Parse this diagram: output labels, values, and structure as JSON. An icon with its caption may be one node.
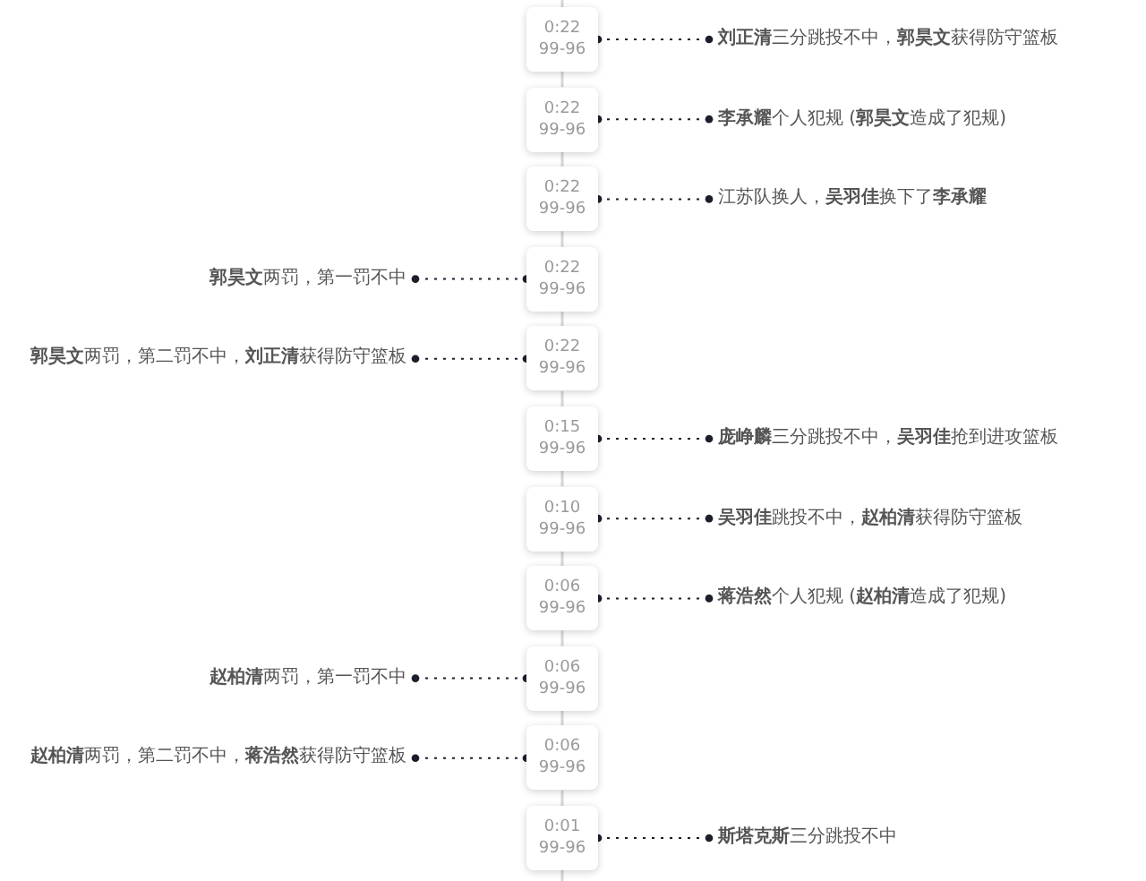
{
  "diagram": {
    "nodes": [
      {
        "text": [
          "0:22",
          "99-96"
        ]
      },
      {
        "text": [
          "**刘正清**三分跳投不中，**郭昊文**获得防守篮板"
        ]
      },
      {
        "text": [
          "0:22",
          "99-96"
        ]
      },
      {
        "text": [
          "**李承耀**个人犯规 (**郭昊文**造成了犯规)"
        ]
      },
      {
        "text": [
          "0:22",
          "99-96"
        ]
      },
      {
        "text": [
          "江苏队换人，**吴羽佳**换下了**李承耀**"
        ]
      },
      {
        "text": [
          "**郭昊文**两罚，第一罚不中"
        ]
      },
      {
        "text": [
          "0:22",
          "99-96"
        ]
      },
      {
        "text": [
          "**郭昊文**两罚，第二罚不中，**刘正清**获得防守篮板"
        ]
      },
      {
        "text": [
          "0:22",
          "99-96"
        ]
      },
      {
        "text": [
          "0:15",
          "99-96"
        ]
      },
      {
        "text": [
          "**庞峥麟**三分跳投不中，**吴羽佳**抢到进攻篮板"
        ]
      },
      {
        "text": [
          "0:10",
          "99-96"
        ]
      },
      {
        "text": [
          "**吴羽佳**跳投不中，**赵柏清**获得防守篮板"
        ]
      },
      {
        "text": [
          "0:06",
          "99-96"
        ]
      },
      {
        "text": [
          "**蒋浩然**个人犯规 (**赵柏清**造成了犯规)"
        ]
      },
      {
        "text": [
          "**赵柏清**两罚，第一罚不中"
        ]
      },
      {
        "text": [
          "0:06",
          "99-96"
        ]
      },
      {
        "text": [
          "**赵柏清**两罚，第二罚不中，**蒋浩然**获得防守篮板"
        ]
      },
      {
        "text": [
          "0:06",
          "99-96"
        ]
      },
      {
        "text": [
          "0:01",
          "99-96"
        ]
      },
      {
        "text": [
          "**斯塔克斯**三分跳投不中"
        ]
      }
    ],
    "edges": [
      {
        "from": 0,
        "to": 1,
        "arrow": "other",
        "style": "dashed",
        "color": "#1a1f2b"
      },
      {
        "from": 2,
        "to": 3,
        "arrow": "other",
        "style": "dashed",
        "color": "#1a1f2b"
      },
      {
        "from": 4,
        "to": 5,
        "arrow": "other",
        "style": "dashed",
        "color": "#1a1f2b"
      },
      {
        "from": 7,
        "to": 6,
        "arrow": "other",
        "style": "dashed",
        "color": "#1a1f2b"
      },
      {
        "from": 9,
        "to": 8,
        "arrow": "other",
        "style": "dashed",
        "color": "#1a1f2b"
      },
      {
        "from": 10,
        "to": 11,
        "arrow": "other",
        "style": "dashed",
        "color": "#1a1f2b"
      },
      {
        "from": 12,
        "to": 13,
        "arrow": "other",
        "style": "dashed",
        "color": "#1a1f2b"
      },
      {
        "from": 14,
        "to": 15,
        "arrow": "other",
        "style": "dashed",
        "color": "#1a1f2b"
      },
      {
        "from": 17,
        "to": 16,
        "arrow": "other",
        "style": "dashed",
        "color": "#1a1f2b"
      },
      {
        "from": 19,
        "to": 18,
        "arrow": "other",
        "style": "dashed",
        "color": "#1a1f2b"
      },
      {
        "from": 20,
        "to": 21,
        "arrow": "other",
        "style": "dashed",
        "color": "#1a1f2b"
      },
      {
        "from": null,
        "to": 0,
        "arrow": "none",
        "color": "#d6d6d6"
      },
      {
        "from": 0,
        "to": 2,
        "arrow": "none",
        "color": "#d6d6d6"
      },
      {
        "from": 2,
        "to": 4,
        "arrow": "none",
        "color": "#d6d6d6"
      },
      {
        "from": 4,
        "to": 7,
        "arrow": "none",
        "color": "#d6d6d6"
      },
      {
        "from": 7,
        "to": 9,
        "arrow": "none",
        "color": "#d6d6d6"
      },
      {
        "from": 9,
        "to": 10,
        "arrow": "none",
        "color": "#d6d6d6"
      },
      {
        "from": 10,
        "to": 12,
        "arrow": "none",
        "color": "#d6d6d6"
      },
      {
        "from": 12,
        "to": 14,
        "arrow": "none",
        "color": "#d6d6d6"
      },
      {
        "from": 14,
        "to": 17,
        "arrow": "none",
        "color": "#d6d6d6"
      },
      {
        "from": 17,
        "to": 19,
        "arrow": "none",
        "color": "#d6d6d6"
      },
      {
        "from": 19,
        "to": 20,
        "arrow": "none",
        "color": "#d6d6d6"
      },
      {
        "from": 20,
        "to": null,
        "arrow": "none",
        "color": "#d6d6d6"
      }
    ]
  }
}
